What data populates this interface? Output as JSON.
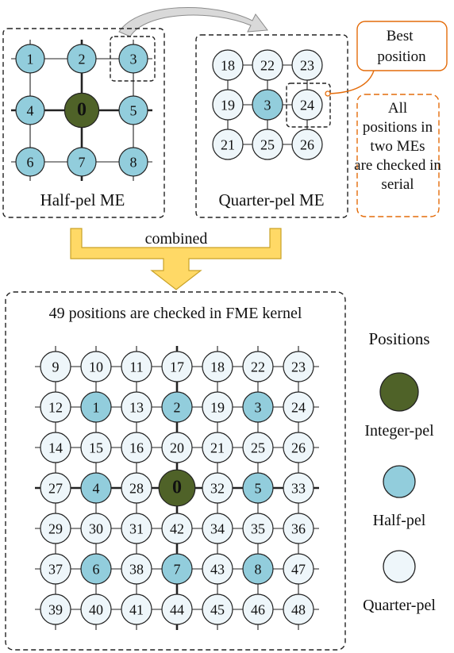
{
  "half_pel_panel": {
    "label": "Half-pel ME",
    "positions": [
      {
        "label": "1",
        "kind": "half"
      },
      {
        "label": "2",
        "kind": "half"
      },
      {
        "label": "3",
        "kind": "half"
      },
      {
        "label": "4",
        "kind": "half"
      },
      {
        "label": "0",
        "kind": "integer"
      },
      {
        "label": "5",
        "kind": "half"
      },
      {
        "label": "6",
        "kind": "half"
      },
      {
        "label": "7",
        "kind": "half"
      },
      {
        "label": "8",
        "kind": "half"
      }
    ]
  },
  "quarter_pel_panel": {
    "label": "Quarter-pel ME",
    "positions": [
      {
        "label": "18",
        "kind": "quarter"
      },
      {
        "label": "22",
        "kind": "quarter"
      },
      {
        "label": "23",
        "kind": "quarter"
      },
      {
        "label": "19",
        "kind": "quarter"
      },
      {
        "label": "3",
        "kind": "half"
      },
      {
        "label": "24",
        "kind": "quarter"
      },
      {
        "label": "21",
        "kind": "quarter"
      },
      {
        "label": "25",
        "kind": "quarter"
      },
      {
        "label": "26",
        "kind": "quarter"
      }
    ]
  },
  "best_position_label": "Best position",
  "serial_note": "All positions in two MEs are checked in serial",
  "combined_label": "combined",
  "fme_panel": {
    "title": "49 positions are checked in FME kernel",
    "rows": [
      [
        {
          "label": "9",
          "kind": "quarter"
        },
        {
          "label": "10",
          "kind": "quarter"
        },
        {
          "label": "11",
          "kind": "quarter"
        },
        {
          "label": "17",
          "kind": "quarter"
        },
        {
          "label": "18",
          "kind": "quarter"
        },
        {
          "label": "22",
          "kind": "quarter"
        },
        {
          "label": "23",
          "kind": "quarter"
        }
      ],
      [
        {
          "label": "12",
          "kind": "quarter"
        },
        {
          "label": "1",
          "kind": "half"
        },
        {
          "label": "13",
          "kind": "quarter"
        },
        {
          "label": "2",
          "kind": "half"
        },
        {
          "label": "19",
          "kind": "quarter"
        },
        {
          "label": "3",
          "kind": "half"
        },
        {
          "label": "24",
          "kind": "quarter"
        }
      ],
      [
        {
          "label": "14",
          "kind": "quarter"
        },
        {
          "label": "15",
          "kind": "quarter"
        },
        {
          "label": "16",
          "kind": "quarter"
        },
        {
          "label": "20",
          "kind": "quarter"
        },
        {
          "label": "21",
          "kind": "quarter"
        },
        {
          "label": "25",
          "kind": "quarter"
        },
        {
          "label": "26",
          "kind": "quarter"
        }
      ],
      [
        {
          "label": "27",
          "kind": "quarter"
        },
        {
          "label": "4",
          "kind": "half"
        },
        {
          "label": "28",
          "kind": "quarter"
        },
        {
          "label": "0",
          "kind": "integer"
        },
        {
          "label": "32",
          "kind": "quarter"
        },
        {
          "label": "5",
          "kind": "half"
        },
        {
          "label": "33",
          "kind": "quarter"
        }
      ],
      [
        {
          "label": "29",
          "kind": "quarter"
        },
        {
          "label": "30",
          "kind": "quarter"
        },
        {
          "label": "31",
          "kind": "quarter"
        },
        {
          "label": "42",
          "kind": "quarter"
        },
        {
          "label": "34",
          "kind": "quarter"
        },
        {
          "label": "35",
          "kind": "quarter"
        },
        {
          "label": "36",
          "kind": "quarter"
        }
      ],
      [
        {
          "label": "37",
          "kind": "quarter"
        },
        {
          "label": "6",
          "kind": "half"
        },
        {
          "label": "38",
          "kind": "quarter"
        },
        {
          "label": "7",
          "kind": "half"
        },
        {
          "label": "43",
          "kind": "quarter"
        },
        {
          "label": "8",
          "kind": "half"
        },
        {
          "label": "47",
          "kind": "quarter"
        }
      ],
      [
        {
          "label": "39",
          "kind": "quarter"
        },
        {
          "label": "40",
          "kind": "quarter"
        },
        {
          "label": "41",
          "kind": "quarter"
        },
        {
          "label": "44",
          "kind": "quarter"
        },
        {
          "label": "45",
          "kind": "quarter"
        },
        {
          "label": "46",
          "kind": "quarter"
        },
        {
          "label": "48",
          "kind": "quarter"
        }
      ]
    ]
  },
  "legend": {
    "title": "Positions",
    "items": [
      {
        "label": "Integer-pel",
        "kind": "integer"
      },
      {
        "label": "Half-pel",
        "kind": "half"
      },
      {
        "label": "Quarter-pel",
        "kind": "quarter"
      }
    ]
  },
  "colors": {
    "integer": "#4f6228",
    "half": "#92cddc",
    "quarter": "#eef6fa",
    "arrow": "#ffd966",
    "callout": "#e46c0a",
    "curve_arrow": "#d9d9d9"
  }
}
